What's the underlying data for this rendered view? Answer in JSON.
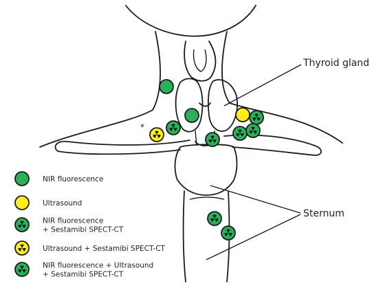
{
  "labels": {
    "thyroid": "Thyroid gland",
    "sternum": "Sternum",
    "asterisk": "*"
  },
  "legend": [
    {
      "type": "green",
      "text": [
        "NIR fluorescence"
      ]
    },
    {
      "type": "yellow",
      "text": [
        "Ultrasound"
      ]
    },
    {
      "type": "green-rad",
      "text": [
        "NIR fluorescence",
        "+ Sestamibi SPECT-CT"
      ]
    },
    {
      "type": "yellow-rad",
      "text": [
        "Ultrasound + Sestamibi SPECT-CT"
      ]
    },
    {
      "type": "green-rad-all",
      "text": [
        "NIR fluorescence + Ultrasound",
        "+ Sestamibi SPECT-CT"
      ]
    }
  ],
  "colors": {
    "green": "#2bb05a",
    "yellow": "#ffee1a",
    "outline": "#1a1a1a"
  }
}
